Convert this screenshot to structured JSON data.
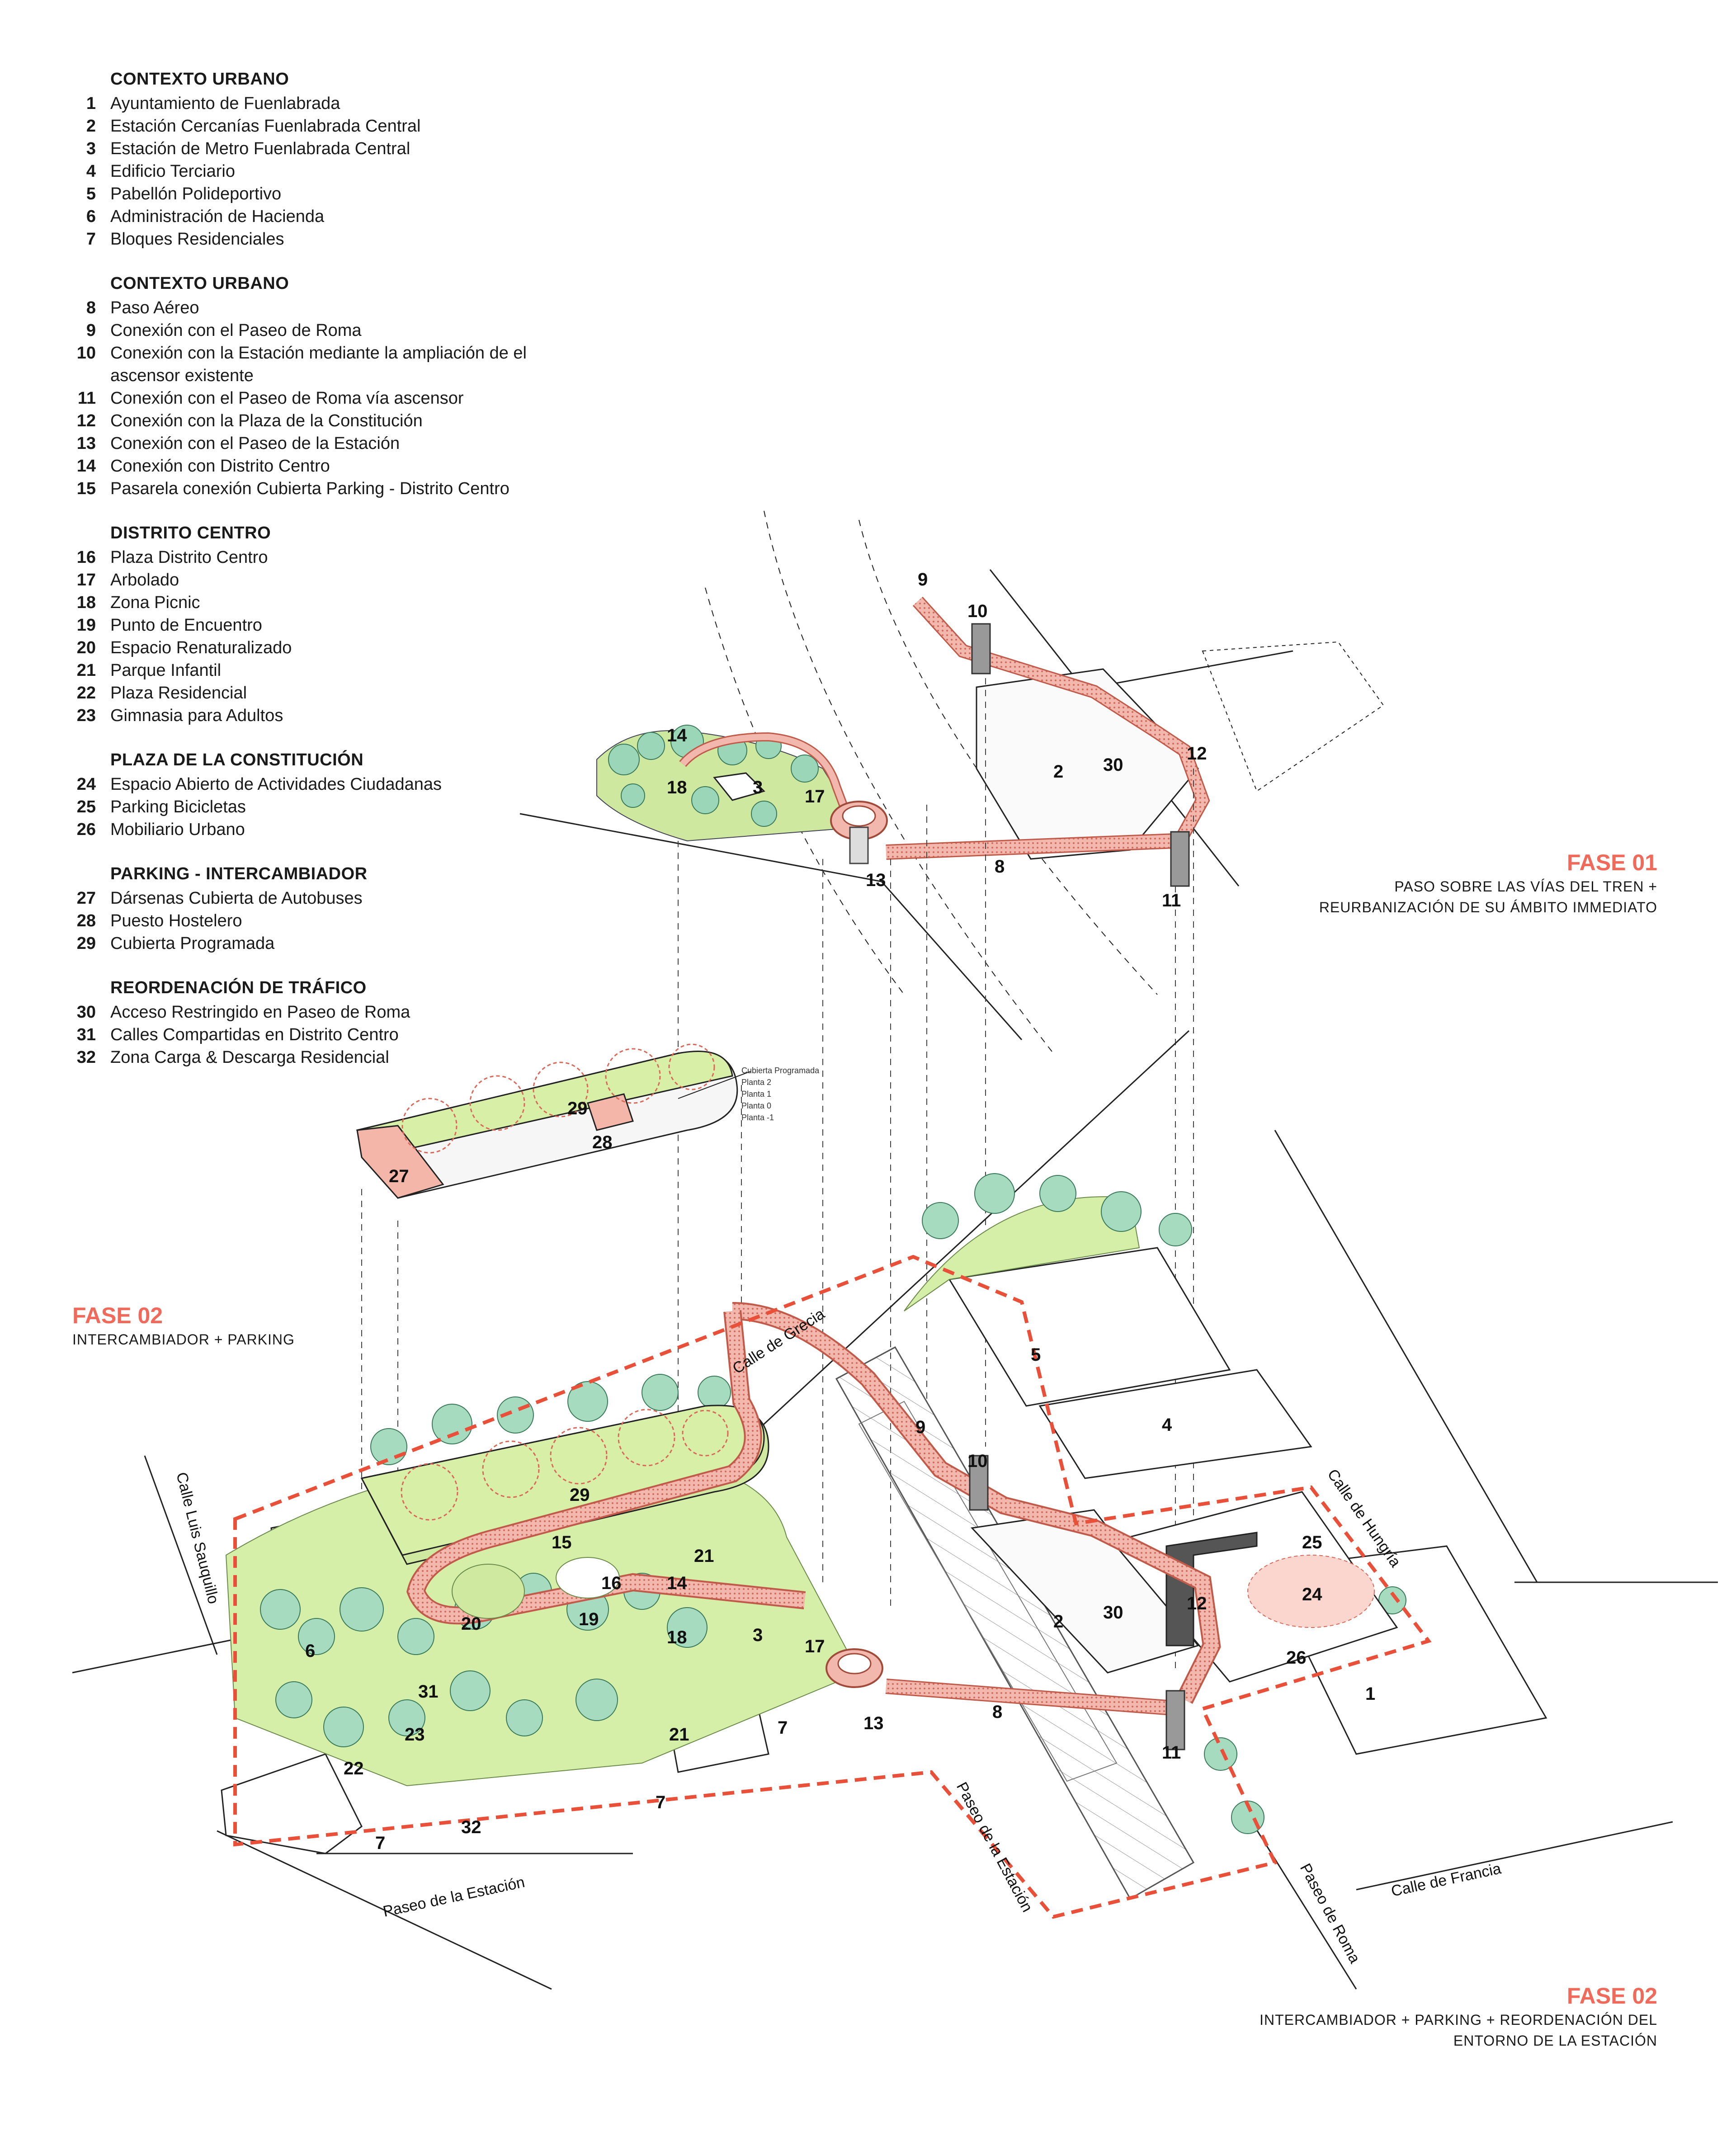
{
  "legend": [
    {
      "title": "CONTEXTO URBANO",
      "items": [
        {
          "n": "1",
          "t": "Ayuntamiento de Fuenlabrada"
        },
        {
          "n": "2",
          "t": "Estación Cercanías Fuenlabrada Central"
        },
        {
          "n": "3",
          "t": "Estación de Metro Fuenlabrada Central"
        },
        {
          "n": "4",
          "t": "Edificio Terciario"
        },
        {
          "n": "5",
          "t": "Pabellón Polideportivo"
        },
        {
          "n": "6",
          "t": "Administración de Hacienda"
        },
        {
          "n": "7",
          "t": "Bloques Residenciales"
        }
      ]
    },
    {
      "title": "CONTEXTO URBANO",
      "items": [
        {
          "n": "8",
          "t": "Paso Aéreo"
        },
        {
          "n": "9",
          "t": "Conexión con el Paseo de Roma"
        },
        {
          "n": "10",
          "t": "Conexión con la Estación mediante la ampliación de el ascensor existente"
        },
        {
          "n": "11",
          "t": "Conexión con el Paseo de Roma vía ascensor"
        },
        {
          "n": "12",
          "t": "Conexión con la Plaza de la Constitución"
        },
        {
          "n": "13",
          "t": "Conexión con el Paseo de la Estación"
        },
        {
          "n": "14",
          "t": "Conexión con Distrito Centro"
        },
        {
          "n": "15",
          "t": "Pasarela conexión Cubierta Parking - Distrito Centro"
        }
      ]
    },
    {
      "title": "DISTRITO CENTRO",
      "items": [
        {
          "n": "16",
          "t": "Plaza Distrito Centro"
        },
        {
          "n": "17",
          "t": "Arbolado"
        },
        {
          "n": "18",
          "t": "Zona Picnic"
        },
        {
          "n": "19",
          "t": "Punto de Encuentro"
        },
        {
          "n": "20",
          "t": "Espacio Renaturalizado"
        },
        {
          "n": "21",
          "t": "Parque Infantil"
        },
        {
          "n": "22",
          "t": "Plaza Residencial"
        },
        {
          "n": "23",
          "t": "Gimnasia para Adultos"
        }
      ]
    },
    {
      "title": "PLAZA DE LA CONSTITUCIÓN",
      "items": [
        {
          "n": "24",
          "t": "Espacio Abierto de Actividades Ciudadanas"
        },
        {
          "n": "25",
          "t": "Parking Bicicletas"
        },
        {
          "n": "26",
          "t": "Mobiliario Urbano"
        }
      ]
    },
    {
      "title": "PARKING - INTERCAMBIADOR",
      "items": [
        {
          "n": "27",
          "t": "Dársenas Cubierta de Autobuses"
        },
        {
          "n": "28",
          "t": "Puesto Hostelero"
        },
        {
          "n": "29",
          "t": "Cubierta Programada"
        }
      ]
    },
    {
      "title": "REORDENACIÓN DE TRÁFICO",
      "items": [
        {
          "n": "30",
          "t": "Acceso Restringido en Paseo de Roma"
        },
        {
          "n": "31",
          "t": "Calles Compartidas en Distrito Centro"
        },
        {
          "n": "32",
          "t": "Zona Carga & Descarga Residencial"
        }
      ]
    }
  ],
  "phases": {
    "fase01": {
      "title": "FASE 01",
      "lines": [
        "PASO SOBRE LAS VÍAS DEL TREN +",
        "REURBANIZACIÓN DE SU ÁMBITO IMMEDIATO"
      ]
    },
    "fase02a": {
      "title": "FASE 02",
      "lines": [
        "INTERCAMBIADOR + PARKING"
      ]
    },
    "fase02b": {
      "title": "FASE 02",
      "lines": [
        "INTERCAMBIADOR + PARKING + REORDENACIÓN DEL",
        "ENTORNO DE LA ESTACIÓN"
      ]
    }
  },
  "streets": {
    "luis_sauquillo": "Calle Luis Sauquillo",
    "grecia": "Calle de Grecia",
    "hungria": "Calle de Hungría",
    "francia": "Calle de Francia",
    "paseo_roma": "Paseo de Roma",
    "paseo_estacion_1": "Paseo de la Estación",
    "paseo_estacion_2": "Paseo de la Estación"
  },
  "floors": [
    "Cubierta Programada",
    "Planta 2",
    "Planta 1",
    "Planta 0",
    "Planta -1"
  ],
  "plan_labels": {
    "top": {
      "l9": "9",
      "l10": "10",
      "l14": "14",
      "l18": "18",
      "l3": "3",
      "l17": "17",
      "l2": "2",
      "l30": "30",
      "l12": "12",
      "l8": "8",
      "l13": "13",
      "l11": "11"
    },
    "parking": {
      "l29": "29",
      "l28": "28",
      "l27": "27"
    },
    "main": {
      "l5": "5",
      "l4": "4",
      "l9": "9",
      "l10": "10",
      "l29": "29",
      "l15": "15",
      "l21a": "21",
      "l16": "16",
      "l14": "14",
      "l20": "20",
      "l19": "19",
      "l18": "18",
      "l3": "3",
      "l17": "17",
      "l2": "2",
      "l30": "30",
      "l12": "12",
      "l25": "25",
      "l24": "24",
      "l26": "26",
      "l1": "1",
      "l6": "6",
      "l31": "31",
      "l23": "23",
      "l22": "22",
      "l21b": "21",
      "l7a": "7",
      "l13": "13",
      "l8": "8",
      "l11": "11",
      "l7b": "7",
      "l7c": "7",
      "l32": "32"
    }
  },
  "colors": {
    "accent": "#ef6a5a",
    "walkway": "#e8a49a",
    "green": "#b8e07a",
    "tree": "#8fd0a8",
    "boundary": "#e8503a"
  }
}
